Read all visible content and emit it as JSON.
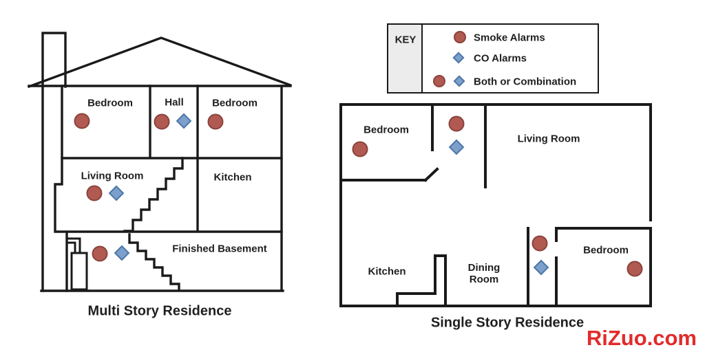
{
  "key": {
    "title": "KEY",
    "items": [
      {
        "icons": [
          "smoke-alarm"
        ],
        "label": "Smoke Alarms"
      },
      {
        "icons": [
          "co-alarm"
        ],
        "label": "CO Alarms"
      },
      {
        "icons": [
          "smoke-alarm",
          "co-alarm"
        ],
        "label": "Both or Combination"
      }
    ]
  },
  "multi_story": {
    "caption": "Multi Story Residence",
    "rooms": {
      "bedroom_left": "Bedroom",
      "hall": "Hall",
      "bedroom_right": "Bedroom",
      "living_room": "Living Room",
      "kitchen": "Kitchen",
      "basement": "Finished Basement"
    },
    "alarm_placements": [
      {
        "room": "Bedroom (left)",
        "types": [
          "smoke"
        ]
      },
      {
        "room": "Hall",
        "types": [
          "smoke",
          "co"
        ]
      },
      {
        "room": "Bedroom (right)",
        "types": [
          "smoke"
        ]
      },
      {
        "room": "Living Room",
        "types": [
          "smoke",
          "co"
        ]
      },
      {
        "room": "Finished Basement",
        "types": [
          "smoke",
          "co"
        ]
      }
    ]
  },
  "single_story": {
    "caption": "Single Story Residence",
    "rooms": {
      "bedroom_top": "Bedroom",
      "living_room": "Living Room",
      "kitchen": "Kitchen",
      "dining_room": "Dining Room",
      "bedroom_right": "Bedroom"
    },
    "alarm_placements": [
      {
        "room": "Bedroom (top left)",
        "types": [
          "smoke"
        ]
      },
      {
        "room": "Hallway (top)",
        "types": [
          "smoke",
          "co"
        ]
      },
      {
        "room": "Hallway (bottom right)",
        "types": [
          "smoke",
          "co"
        ]
      },
      {
        "room": "Bedroom (right)",
        "types": [
          "smoke"
        ]
      }
    ]
  },
  "watermark": {
    "text": "RiZuo.com"
  },
  "colors": {
    "smoke_fill": "#b05a52",
    "smoke_stroke": "#8a423c",
    "co_fill": "#7da0cb",
    "co_stroke": "#4e77a8",
    "wall": "#1a1a1a",
    "key_cell_bg": "#ececec",
    "watermark": "#e12b2b"
  }
}
